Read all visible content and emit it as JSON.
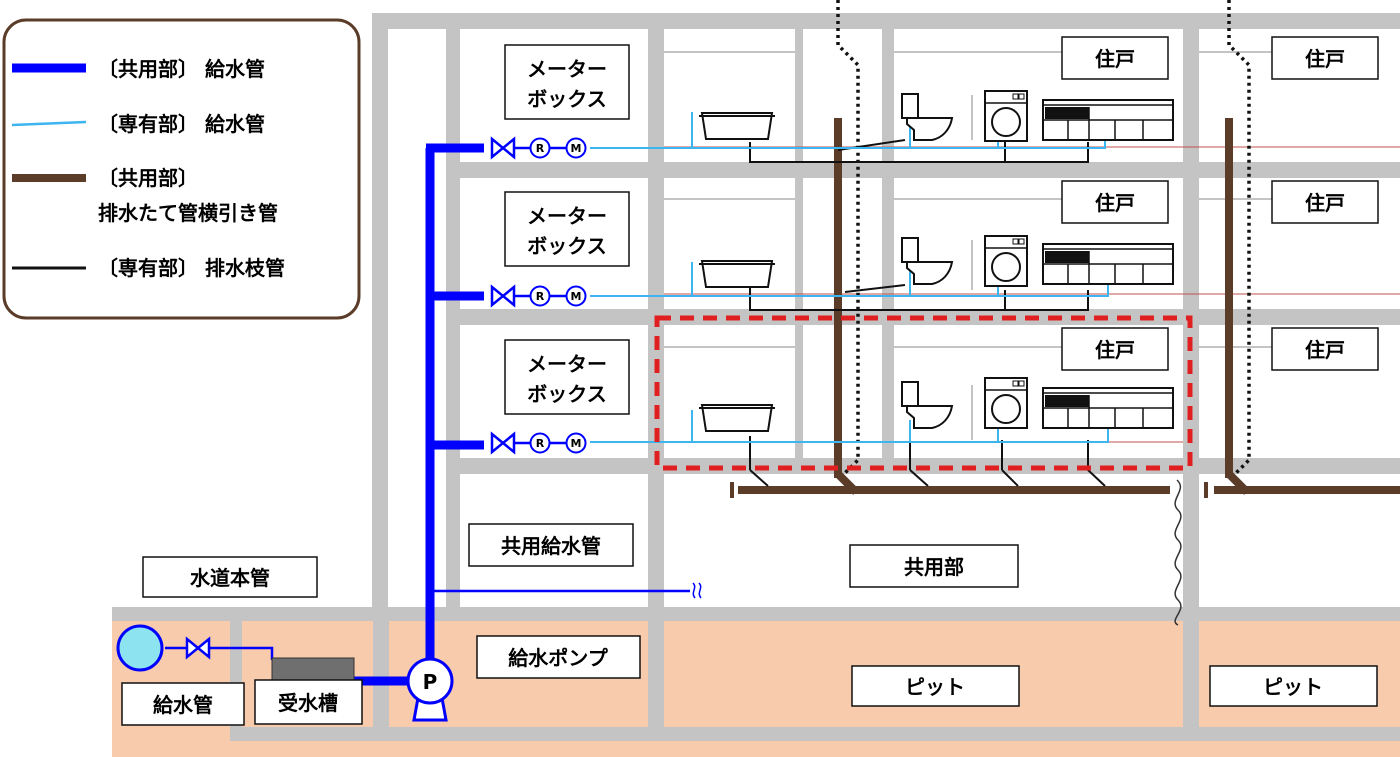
{
  "legend": {
    "common_supply": "〔共用部〕 給水管",
    "private_supply": "〔専有部〕 給水管",
    "common_drain_line1": "〔共用部〕",
    "common_drain_line2": "排水たて管横引き管",
    "private_drain": "〔専有部〕 排水枝管"
  },
  "labels": {
    "meter_box_line1": "メーター",
    "meter_box_line2": "ボックス",
    "dwelling": "住戸",
    "common_supply_pipe": "共用給水管",
    "common_area": "共用部",
    "water_main": "水道本管",
    "supply_pump": "給水ポンプ",
    "pit": "ピット",
    "supply_pipe": "給水管",
    "receiving_tank": "受水槽",
    "pump_symbol": "P",
    "pressure_reducer": "R",
    "meter": "M"
  },
  "colors": {
    "common_supply": "#0000ff",
    "private_supply": "#3db5f0",
    "common_drain": "#5a3c28",
    "private_drain": "#111111",
    "wall": "#c4c4c4",
    "ground": "#f8cbad",
    "highlight": "#e02020",
    "legend_border": "#5a3c28"
  },
  "icons": [
    "valve-icon",
    "pressure-reducer-icon",
    "meter-icon",
    "bathtub-icon",
    "toilet-icon",
    "washing-machine-icon",
    "kitchen-icon",
    "pump-icon",
    "water-main-icon"
  ]
}
